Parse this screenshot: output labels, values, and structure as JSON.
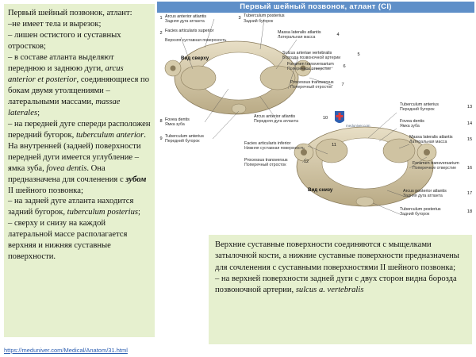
{
  "left_text": {
    "l1": "Первый шейный позвонок, атлант:",
    "l2": "–не имеет тела и вырезок;",
    "l3": "– лишен остистого и суставных отростков;",
    "l4a": "– в составе атланта выделяют переднюю и заднюю дуги, ",
    "l4b": "arcus anterior et posterior",
    "l4c": ", соединяющиеся по бокам двумя утолщениями – латеральными массами, ",
    "l4d": "massae laterales",
    "l4e": ";",
    "l5a": "– на передней дуге спереди расположен передний бугорок, ",
    "l5b": "tuberculum anterior",
    "l5c": ". На внутренней (задней) поверхности передней дуги имеется углубление – ямка зуба, ",
    "l5d": "fovea dentis",
    "l5e": ". Она предназначена для сочленения с ",
    "l5f": "зубом",
    "l5g": " II шейного позвонка;",
    "l6a": "– на задней дуге атланта находится задний бугорок, ",
    "l6b": "tuberculum posterius",
    "l6c": ";",
    "l7": "– сверху и снизу на каждой латеральной массе располагается верхняя и нижняя суставные поверхности."
  },
  "source_link": "https://meduniver.com/Medical/Anatom/31.html",
  "figure": {
    "title": "Первый шейный позвонок, атлант (CI)",
    "view_top": "Вид сверху",
    "view_bottom": "Вид снизу",
    "watermark": "meduniver.com",
    "labels": [
      {
        "num": "1",
        "la": "Arcus anterior atlantis",
        "ru": "Задняя дуга атланта"
      },
      {
        "num": "2",
        "la": "Facies articularis superior",
        "ru": "Верхняя суставная поверхность"
      },
      {
        "num": "3",
        "la": "Tuberculum posterius",
        "ru": "Задний бугорок"
      },
      {
        "num": "4",
        "la": "Massa lateralis atlantis",
        "ru": "Латеральная масса"
      },
      {
        "num": "5",
        "la": "Sulcus arteriae vertebralis",
        "ru": "Борозда позвоночной артерии"
      },
      {
        "num": "6",
        "la": "Foramen transversarium",
        "ru": "Поперечное отверстие"
      },
      {
        "num": "7",
        "la": "Processus transversus",
        "ru": "Поперечный отросток"
      },
      {
        "num": "8",
        "la": "Fovea dentis",
        "ru": "Ямка зуба"
      },
      {
        "num": "9",
        "la": "Tuberculum anterius",
        "ru": "Передний бугорок"
      },
      {
        "num": "10",
        "la": "Arcus anterior atlantis",
        "ru": "Передняя дуга атланта"
      },
      {
        "num": "11",
        "la": "Facies articularis inferior",
        "ru": "Нижняя суставная поверхность"
      },
      {
        "num": "12",
        "la": "Processus transversus",
        "ru": "Поперечный отросток"
      },
      {
        "num": "13",
        "la": "Tuberculum anterius",
        "ru": "Передний бугорок"
      },
      {
        "num": "14",
        "la": "Fovea dentis",
        "ru": "Ямка зуба"
      },
      {
        "num": "15",
        "la": "Massa lateralis atlantis",
        "ru": "Латеральная масса"
      },
      {
        "num": "16",
        "la": "Foramen transversarium",
        "ru": "Поперечное отверстие"
      },
      {
        "num": "17",
        "la": "Arcus posterior atlantis",
        "ru": "Задняя дуга атланта"
      },
      {
        "num": "18",
        "la": "Tuberculum posterius",
        "ru": "Задний бугорок"
      }
    ]
  },
  "right_text": {
    "r1": "Верхние суставные поверхности соединяются с мыщелками затылочной кости, а нижние суставные поверхности предназначены для сочленения с суставными поверхностями II шейного позвонка;",
    "r2a": "– на верхней поверхности задней дуги с двух сторон видна борозда позвоночной артерии, ",
    "r2b": "sulcus a. vertebralis"
  },
  "colors": {
    "panel": "#e6f0cf",
    "title_bar": "#5f8fc8",
    "bone": "#d9cfb4",
    "bone_shade": "#b8aa86",
    "link": "#2a5db0"
  }
}
